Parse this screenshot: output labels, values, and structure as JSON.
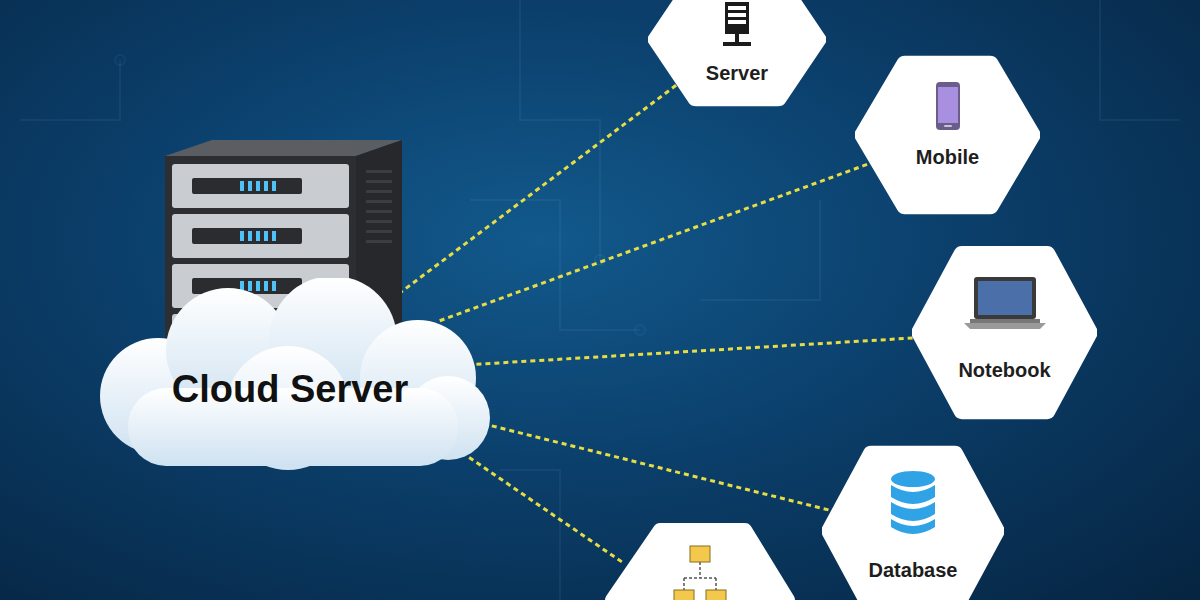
{
  "diagram": {
    "nodes": [
      {
        "text": [
          "Cloud Server"
        ]
      },
      {
        "text": [
          "Server"
        ]
      },
      {
        "text": [
          "Mobile"
        ]
      },
      {
        "text": [
          "Notebook"
        ]
      },
      {
        "text": [
          "Database"
        ]
      }
    ],
    "edges": [
      {
        "from": 0,
        "to": 1,
        "arrow": "none"
      },
      {
        "from": 0,
        "to": 2,
        "arrow": "none"
      },
      {
        "from": 0,
        "to": 3,
        "arrow": "none"
      },
      {
        "from": 0,
        "to": 4,
        "arrow": "none"
      }
    ]
  }
}
